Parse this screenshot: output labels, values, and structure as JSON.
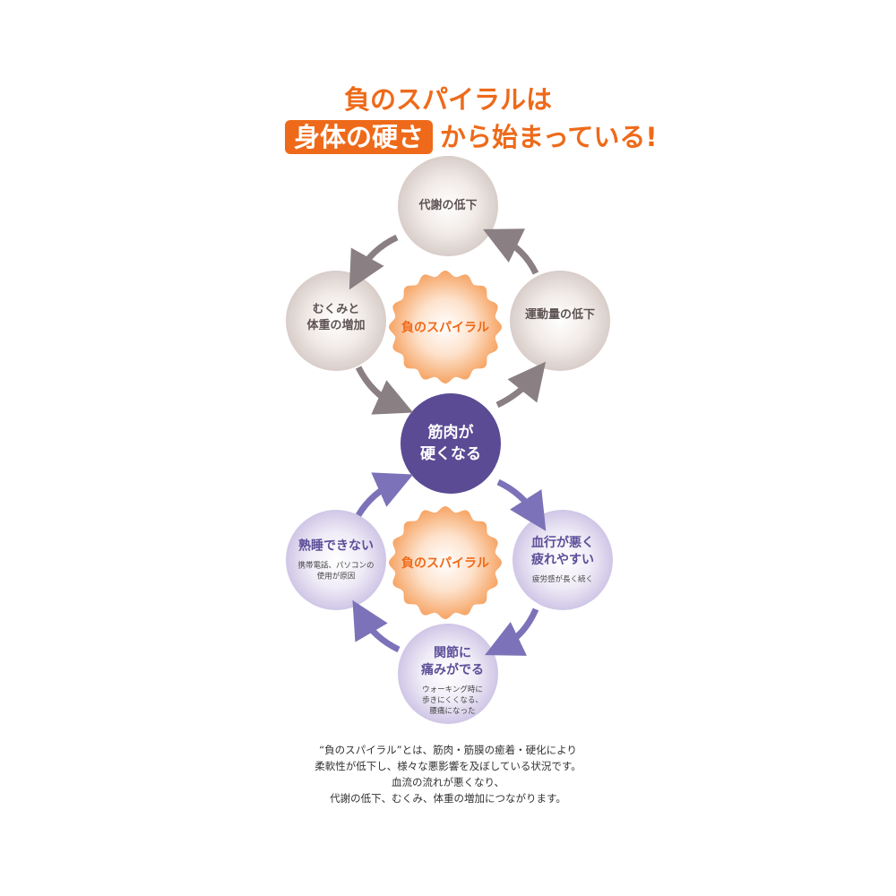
{
  "title": {
    "line1": "負のスパイラルは",
    "highlight": "身体の硬さ",
    "rest": "から始まっている!"
  },
  "upper_cycle": {
    "spiral": "負のスパイラル",
    "top": "代謝の低下",
    "left": [
      "むくみと",
      "体重の増加"
    ],
    "right": "運動量の低下"
  },
  "center": [
    "筋肉が",
    "硬くなる"
  ],
  "lower_cycle": {
    "spiral": "負のスパイラル",
    "left": {
      "title": "熟睡できない",
      "sub": [
        "携帯電話、パソコンの",
        "使用が原因"
      ]
    },
    "right": {
      "title": [
        "血行が悪く",
        "疲れやすい"
      ],
      "sub": "疲労感が長く続く"
    },
    "bottom": {
      "title": [
        "関節に",
        "痛みがでる"
      ],
      "sub": [
        "ウォーキング時に",
        "歩きにくくなる、",
        "腰痛になった"
      ]
    }
  },
  "note": [
    "“負のスパイラル”とは、筋肉・筋膜の癒着・硬化により",
    "柔軟性が低下し、様々な悪影響を及ぼしている状況です。",
    "血流の流れが悪くなり、",
    "代謝の低下、むくみ、体重の増加につながります。"
  ],
  "colors": {
    "orange": "#ee6a1a",
    "brown": "#8a7f82",
    "purple": "#5b4b94",
    "purple_arrow": "#7c72b9"
  }
}
